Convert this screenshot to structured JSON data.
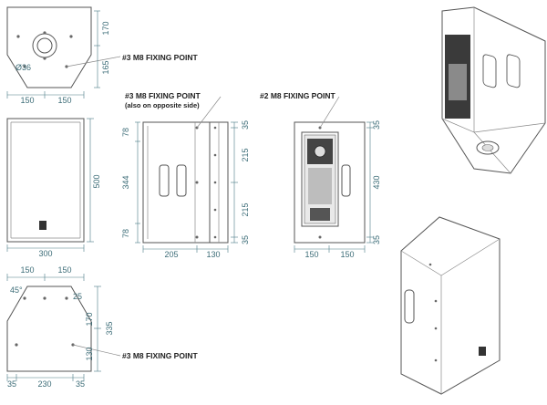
{
  "labels": {
    "fix3_top": "#3 M8 FIXING POINT",
    "fix3_mid": "#3 M8 FIXING POINT",
    "fix3_mid_sub": "(also on opposite side)",
    "fix2": "#2 M8 FIXING POINT",
    "fix3_bottom": "#3 M8 FIXING POINT"
  },
  "dims": {
    "top_170": "170",
    "top_165": "165",
    "top_dia": "Ø36",
    "top_150a": "150",
    "top_150b": "150",
    "front_500": "500",
    "front_300": "300",
    "side_78a": "78",
    "side_344": "344",
    "side_78b": "78",
    "side_35a": "35",
    "side_215a": "215",
    "side_215b": "215",
    "side_35b": "35",
    "side_205": "205",
    "side_130": "130",
    "back_35a": "35",
    "back_430": "430",
    "back_35b": "35",
    "back_150a": "150",
    "back_150b": "150",
    "bot_150a": "150",
    "bot_150b": "150",
    "bot_45": "45°",
    "bot_25": "25",
    "bot_170": "170",
    "bot_335": "335",
    "bot_130": "130",
    "bot_35a": "35",
    "bot_230": "230",
    "bot_35b": "35"
  }
}
